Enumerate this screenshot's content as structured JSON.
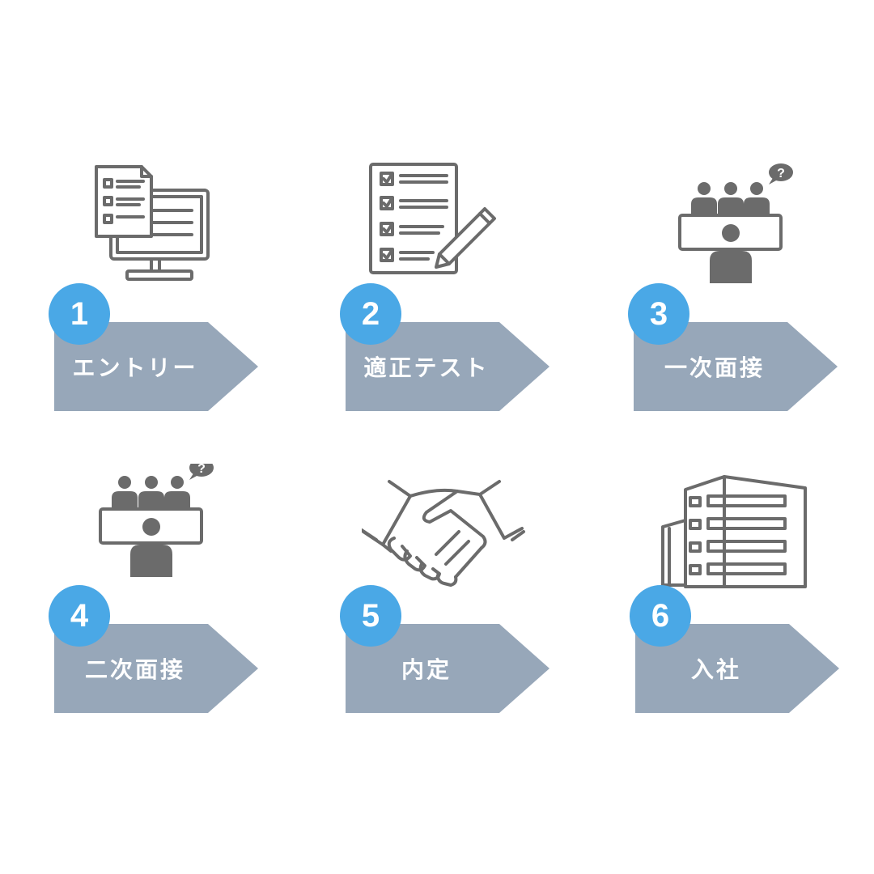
{
  "steps": [
    {
      "number": "1",
      "label": "エントリー",
      "icon": "computer-form-icon"
    },
    {
      "number": "2",
      "label": "適正テスト",
      "icon": "checklist-pencil-icon"
    },
    {
      "number": "3",
      "label": "一次面接",
      "icon": "interview-panel-icon"
    },
    {
      "number": "4",
      "label": "二次面接",
      "icon": "interview-panel-icon"
    },
    {
      "number": "5",
      "label": "内定",
      "icon": "handshake-icon"
    },
    {
      "number": "6",
      "label": "入社",
      "icon": "office-building-icon"
    }
  ],
  "colors": {
    "badge": "#4aa8e6",
    "arrow": "#97a7b9",
    "icon": "#6b6b6b",
    "label_text": "#ffffff"
  }
}
